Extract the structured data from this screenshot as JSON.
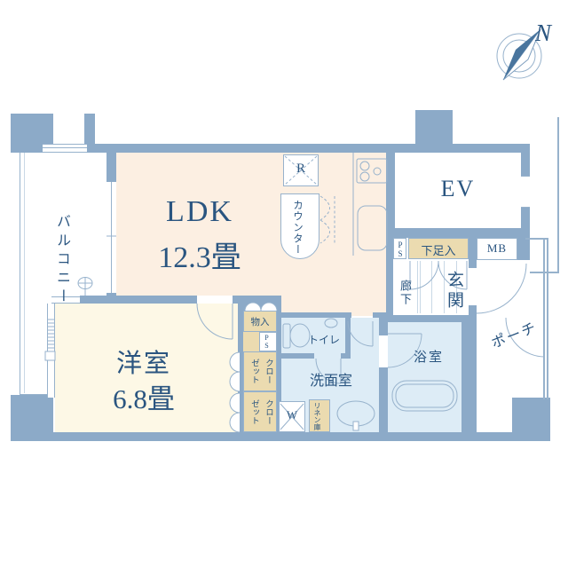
{
  "compass": {
    "north_label": "N"
  },
  "labels": {
    "balcony": "バルコニー",
    "ldk_name": "LDK",
    "ldk_size": "12.3畳",
    "refrigerator": "R",
    "counter": "カウンター",
    "elevator": "EV",
    "pipe_space_entry": "PS",
    "shoe_cabinet": "下足入",
    "meter_box": "MB",
    "hallway": "廊下",
    "entrance": "玄関",
    "porch": "ポーチ",
    "bathroom": "浴室",
    "washroom": "洗面室",
    "toilet": "トイレ",
    "washer": "W",
    "linen_closet": "リネン庫",
    "storage": "物入",
    "pipe_space_inner": "PS",
    "closet_upper": "クローゼット",
    "closet_lower": "クローゼット",
    "western_room_name": "洋室",
    "western_room_size": "6.8畳"
  },
  "colors": {
    "wall": "#8caac8",
    "line": "#97b2cc",
    "line_light": "#c9d8e6",
    "ldk_floor": "#fcefe2",
    "bedroom_floor": "#fdf8e6",
    "wet_floor": "#ddecf6",
    "storage_fill": "#ebdbb0",
    "text": "#2a5580",
    "needle_dark": "#49759e"
  }
}
